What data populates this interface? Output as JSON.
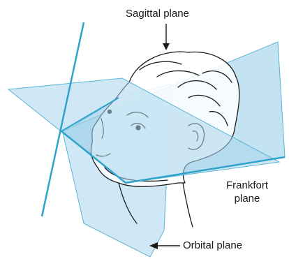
{
  "labels": {
    "sagittal": "Sagittal plane",
    "frankfort_line1": "Frankfort",
    "frankfort_line2": "plane",
    "orbital": "Orbital plane"
  },
  "colors": {
    "plane_fill": "#a9d6ec",
    "plane_edge": "#2fa3cc",
    "line": "#1a1a1a",
    "head_fill": "#ffffff"
  }
}
